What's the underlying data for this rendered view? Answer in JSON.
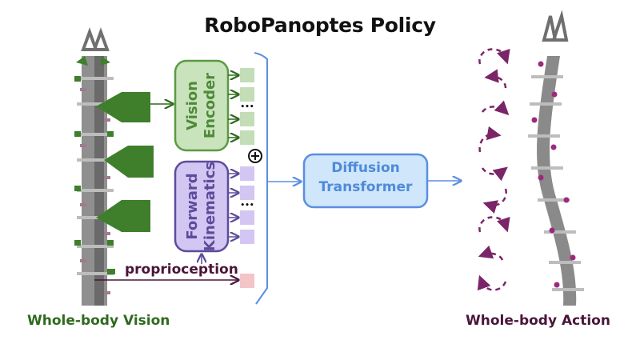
{
  "title": "RoboPanoptes Policy",
  "captions": {
    "left": "Whole-body Vision",
    "right": "Whole-body Action"
  },
  "modules": {
    "vision_encoder": {
      "line1": "Vision",
      "line2": "Encoder"
    },
    "forward_kinematics": {
      "line1": "Forward",
      "line2": "Kinematics"
    },
    "diffusion_transformer": {
      "line1": "Diffusion",
      "line2": "Transformer"
    }
  },
  "labels": {
    "proprioception": "proprioception",
    "ellipsis": "•••",
    "concat_symbol": "⊕"
  },
  "colors": {
    "vision_fill": "#c9e3bd",
    "vision_stroke": "#5a9a43",
    "vision_text": "#4e8a37",
    "token_green": "#c3ddb7",
    "fk_fill": "#d2c6f2",
    "fk_stroke": "#5e4b9a",
    "fk_text": "#5e4b9a",
    "token_purple": "#d4c6f2",
    "token_pink": "#f3c5c8",
    "dt_fill": "#cfe6fb",
    "dt_stroke": "#5b8ee0",
    "dt_text": "#4f8ad9",
    "bracket": "#5b8ee0",
    "action_arrows": "#7a2567",
    "camera_green": "#3f7f2c",
    "proprio_arrow": "#4a1538"
  }
}
